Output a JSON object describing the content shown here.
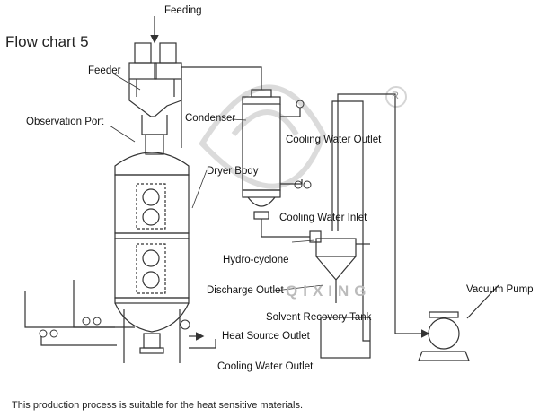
{
  "title": "Flow chart 5",
  "labels": {
    "feeding": "Feeding",
    "feeder": "Feeder",
    "observation_port": "Observation Port",
    "condenser": "Condenser",
    "cooling_water_outlet_top": "Cooling Water Outlet",
    "dryer_body": "Dryer Body",
    "cooling_water_inlet": "Cooling Water Inlet",
    "hydro_cyclone": "Hydro-cyclone",
    "discharge_outlet": "Discharge Outlet",
    "vacuum_pump": "Vacuum Pump",
    "solvent_recovery_tank": "Solvent Recovery Tank",
    "heat_source_outlet": "Heat Source Outlet",
    "cooling_water_outlet_bottom": "Cooling Water Outlet"
  },
  "watermark": {
    "brand": "QIXING",
    "registered_mark": "R"
  },
  "caption": "This production process is suitable for the heat sensitive materials.",
  "colors": {
    "line": "#333333",
    "text": "#111111",
    "watermark": "#bdbdbd"
  }
}
